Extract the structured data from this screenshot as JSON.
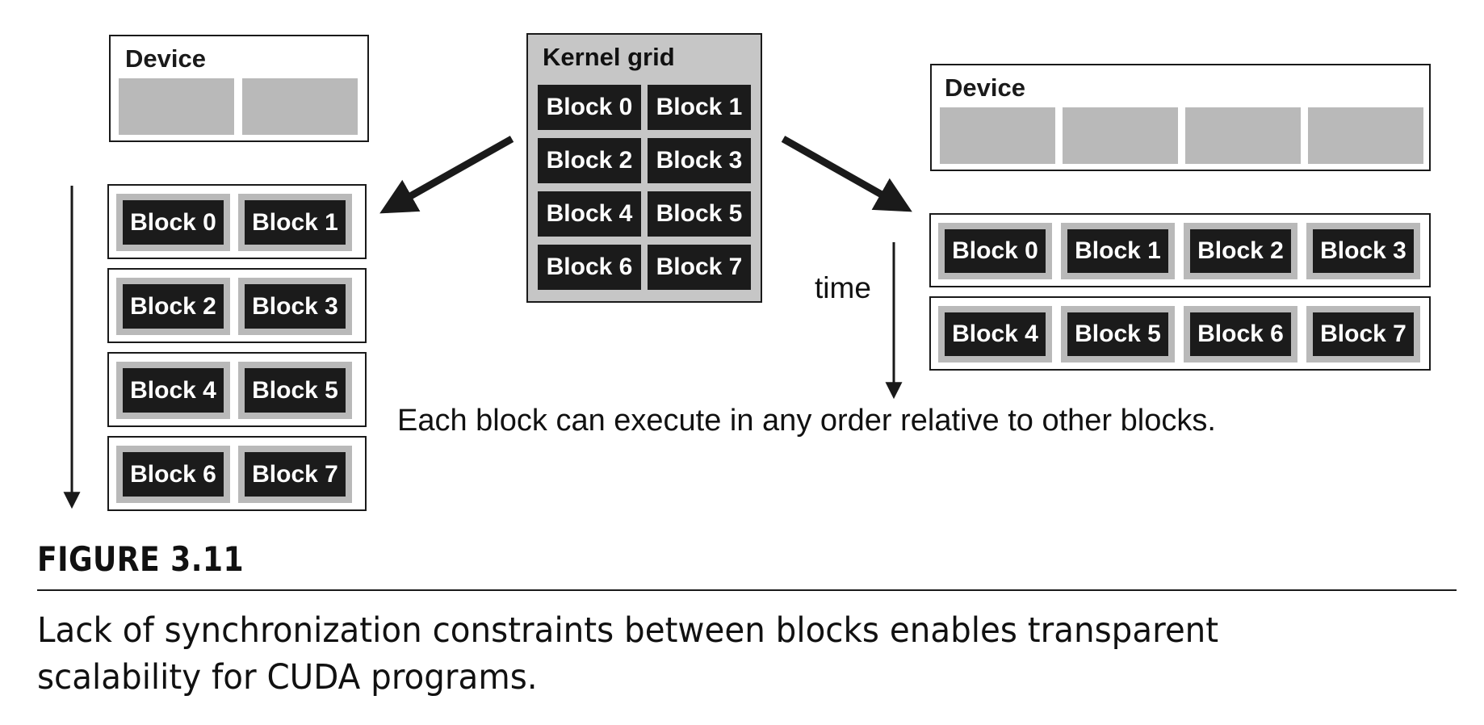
{
  "left_device": {
    "title": "Device",
    "sm_count": 2
  },
  "right_device": {
    "title": "Device",
    "sm_count": 4
  },
  "kernel": {
    "title": "Kernel grid",
    "blocks": [
      "Block 0",
      "Block 1",
      "Block 2",
      "Block 3",
      "Block 4",
      "Block 5",
      "Block 6",
      "Block 7"
    ]
  },
  "left_schedule": [
    [
      "Block 0",
      "Block 1"
    ],
    [
      "Block 2",
      "Block 3"
    ],
    [
      "Block 4",
      "Block 5"
    ],
    [
      "Block 6",
      "Block 7"
    ]
  ],
  "right_schedule": [
    [
      "Block 0",
      "Block 1",
      "Block 2",
      "Block 3"
    ],
    [
      "Block 4",
      "Block 5",
      "Block 6",
      "Block 7"
    ]
  ],
  "time_label": "time",
  "note": "Each block can execute in any order relative to other blocks.",
  "figure": {
    "number": "FIGURE 3.11",
    "caption": "Lack of synchronization constraints between blocks enables transparent scalability for CUDA programs."
  }
}
